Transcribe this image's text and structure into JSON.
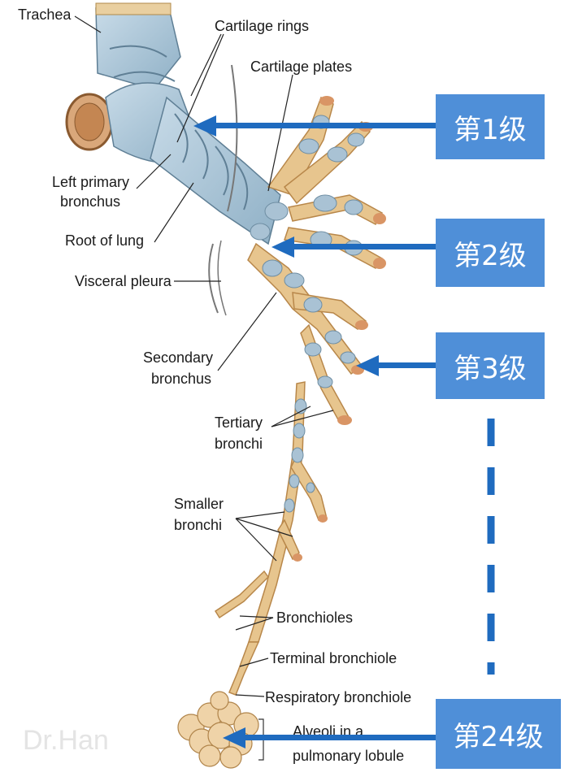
{
  "labels": {
    "trachea": "Trachea",
    "cartilage_rings": "Cartilage rings",
    "cartilage_plates": "Cartilage plates",
    "left_primary_1": "Left primary",
    "left_primary_2": "bronchus",
    "root_of_lung": "Root of lung",
    "visceral_pleura": "Visceral pleura",
    "secondary_1": "Secondary",
    "secondary_2": "bronchus",
    "tertiary_1": "Tertiary",
    "tertiary_2": "bronchi",
    "smaller_1": "Smaller",
    "smaller_2": "bronchi",
    "bronchioles": "Bronchioles",
    "terminal_bronchiole": "Terminal  bronchiole",
    "respiratory_bronchiole": "Respiratory bronchiole",
    "alveoli_1": "Alveoli in a",
    "alveoli_2": "pulmonary lobule"
  },
  "generations": [
    {
      "label": "第1级"
    },
    {
      "label": "第2级"
    },
    {
      "label": "第3级"
    },
    {
      "label": "第24级"
    }
  ],
  "watermark": "Dr.Han",
  "colors": {
    "box": "#4f8fd8",
    "arrow": "#1f6bbf",
    "cartilage": "#a9c2d4",
    "airway": "#e7c58e",
    "airway_dark": "#c99b55",
    "alveoli": "#efd3a8"
  }
}
